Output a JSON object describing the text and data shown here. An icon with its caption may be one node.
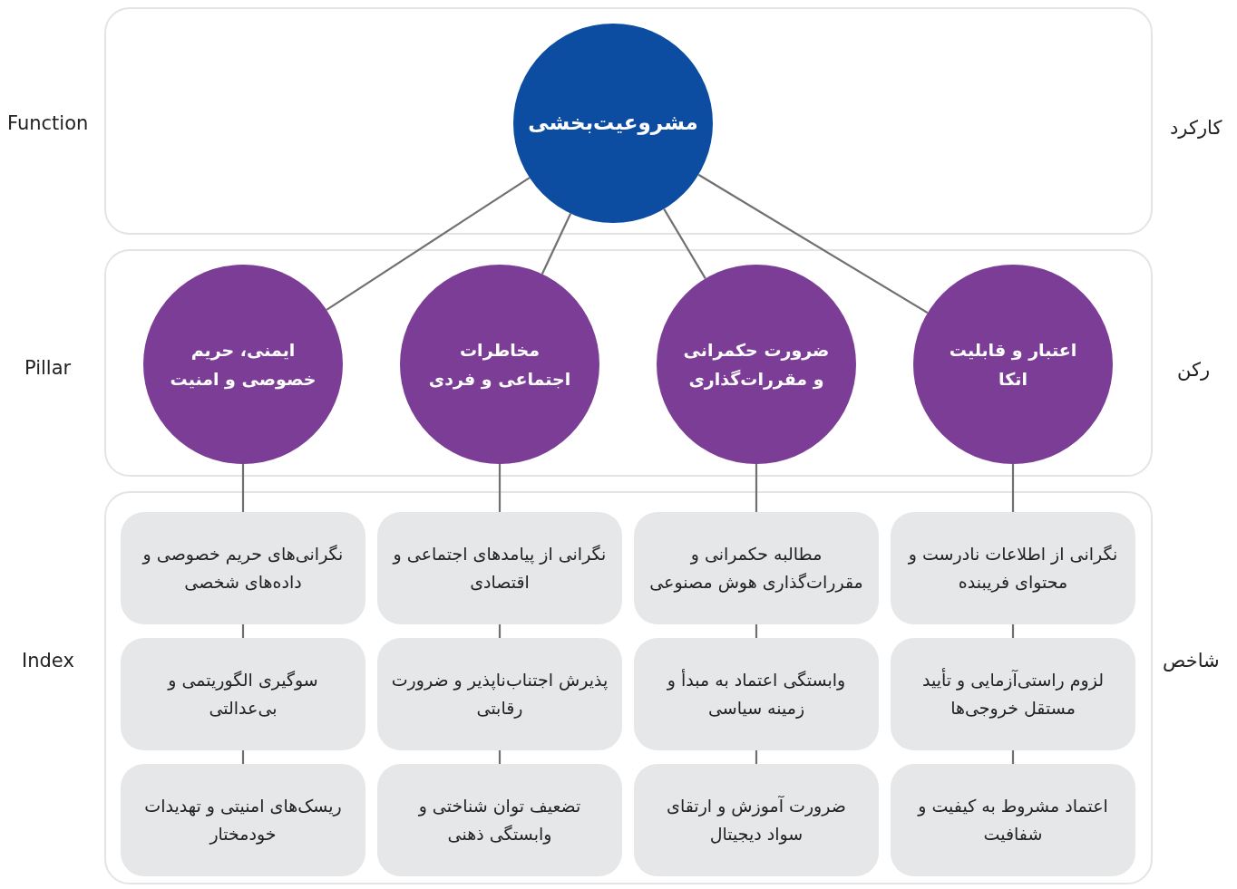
{
  "diagram": {
    "nodes": [
      {
        "text": [],
        "shape": "box"
      },
      {
        "text": [
          "مشروعیت‌بخشی"
        ],
        "in": 0
      },
      {
        "text": [],
        "shape": "box"
      },
      {
        "text": [
          "اعتبار و قابلیت اتکا"
        ],
        "in": 2
      },
      {
        "text": [
          "ضرورت حکمرانی و مقررات‌گذاری"
        ],
        "in": 2
      },
      {
        "text": [
          "مخاطرات اجتماعی و فردی"
        ],
        "in": 2
      },
      {
        "text": [
          "ایمنی، حریم خصوصی و امنیت"
        ],
        "in": 2
      },
      {
        "text": [],
        "shape": "box"
      },
      {
        "text": [
          "نگرانی از اطلاعات نادرست و محتوای فریبنده"
        ],
        "in": 7
      },
      {
        "text": [
          "مطالبه حکمرانی و مقررات‌گذاری هوش مصنوعی"
        ],
        "in": 7
      },
      {
        "text": [
          "نگرانی از پیامدهای اجتماعی و اقتصادی"
        ],
        "in": 7
      },
      {
        "text": [
          "نگرانی‌های حریم خصوصی و داده‌های شخصی"
        ],
        "in": 7
      },
      {
        "text": [
          "لزوم راستی‌آزمایی و تأیید مستقل خروجی‌ها"
        ],
        "in": 7
      },
      {
        "text": [
          "وابستگی اعتماد به مبدأ و زمینه سیاسی"
        ],
        "in": 7
      },
      {
        "text": [
          "پذیرش اجتناب‌ناپذیر و ضرورت رقابتی"
        ],
        "in": 7
      },
      {
        "text": [
          "سوگیری الگوریتمی و بی‌عدالتی"
        ],
        "in": 7
      },
      {
        "text": [
          "اعتماد مشروط به کیفیت و شفافیت"
        ],
        "in": 7
      },
      {
        "text": [
          "ضرورت آموزش و ارتقای سواد دیجیتال"
        ],
        "in": 7
      },
      {
        "text": [
          "تضعیف توان شناختی و وابستگی ذهنی"
        ],
        "in": 7
      },
      {
        "text": [
          "ریسک‌های امنیتی و تهدیدات خودمختار"
        ],
        "in": 7
      }
    ],
    "edges": [
      {
        "from": 1,
        "to": 3,
        "arrow": "none"
      },
      {
        "from": 1,
        "to": 4,
        "arrow": "none"
      },
      {
        "from": 1,
        "to": 5,
        "arrow": "none"
      },
      {
        "from": 1,
        "to": 6,
        "arrow": "none"
      },
      {
        "from": 3,
        "to": 8,
        "arrow": "none"
      },
      {
        "from": 4,
        "to": 9,
        "arrow": "none"
      },
      {
        "from": 5,
        "to": 10,
        "arrow": "none"
      },
      {
        "from": 6,
        "to": 11,
        "arrow": "none"
      },
      {
        "from": 8,
        "to": 12,
        "arrow": "none"
      },
      {
        "from": 9,
        "to": 13,
        "arrow": "none"
      },
      {
        "from": 10,
        "to": 14,
        "arrow": "none"
      },
      {
        "from": 11,
        "to": 15,
        "arrow": "none"
      },
      {
        "from": 12,
        "to": 16,
        "arrow": "none"
      },
      {
        "from": 13,
        "to": 17,
        "arrow": "none"
      },
      {
        "from": 14,
        "to": 18,
        "arrow": "none"
      },
      {
        "from": 15,
        "to": 19,
        "arrow": "none"
      }
    ],
    "labels": [
      "Function",
      "کارکرد",
      "Pillar",
      "رکن",
      "Index",
      "شاخص"
    ]
  }
}
